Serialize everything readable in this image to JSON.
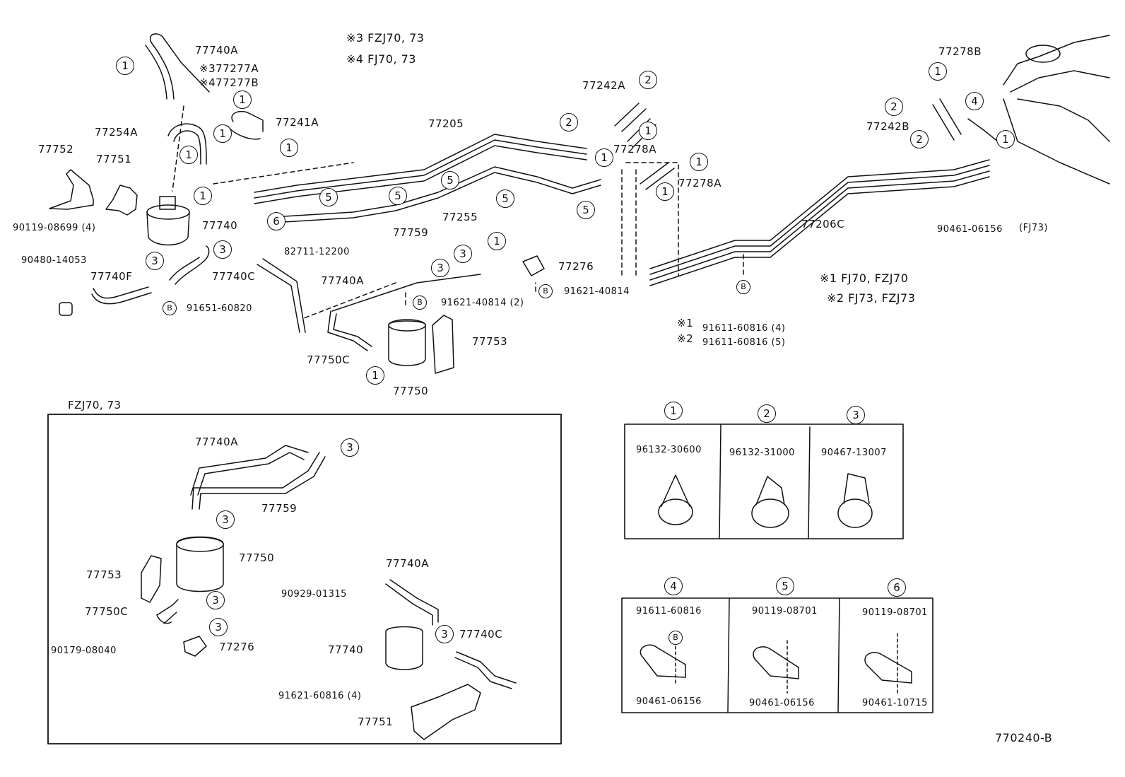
{
  "notes": {
    "note3": "※3 FZJ70, 73",
    "note4": "※4  FJ70, 73",
    "note1": "※1   FJ70, FZJ70",
    "note2": "※2   FJ73, FZJ73",
    "note1b": "※1",
    "note2b": "※2",
    "fj73": "(FJ73)",
    "fzj_inset_title": "FZJ70, 73",
    "diagram_code": "770240-B"
  },
  "upper": {
    "p77740A_top": "77740A",
    "p77277A": "※377277A",
    "p77277B": "※477277B",
    "p77241A": "77241A",
    "p77254A": "77254A",
    "p77752": "77752",
    "p77751": "77751",
    "p77740": "77740",
    "p90119_08699": "90119-08699 (4)",
    "p90480": "90480-14053",
    "p77740F": "77740F",
    "p77740C": "77740C",
    "p91651": "91651-60820",
    "p77205": "77205",
    "p77255": "77255",
    "p82711": "82711-12200",
    "p77759": "77759",
    "p77740A_mid": "77740A",
    "p91621_2": "91621-40814 (2)",
    "p77750C": "77750C",
    "p77750": "77750",
    "p77753": "77753",
    "p77276": "77276",
    "p91621": "91621-40814",
    "p77242A": "77242A",
    "p77278A_1": "77278A",
    "p77278A_2": "77278A",
    "p91611_4": "91611-60816 (4)",
    "p91611_5": "91611-60816 (5)",
    "p77206C": "77206C",
    "p77278B": "77278B",
    "p77242B": "77242B",
    "p90461_top": "90461-06156"
  },
  "inset": {
    "p77740A": "77740A",
    "p77759": "77759",
    "p77750": "77750",
    "p77753": "77753",
    "p77750C": "77750C",
    "p90179": "90179-08040",
    "p77276": "77276",
    "p90929": "90929-01315",
    "p77740A_b": "77740A",
    "p77740": "77740",
    "p77740C": "77740C",
    "p91621": "91621-60816 (4)",
    "p77751": "77751"
  },
  "clamp_table": {
    "c1": "96132-30600",
    "c2": "96132-31000",
    "c3": "90467-13007",
    "c4_top": "91611-60816",
    "c4_bot": "90461-06156",
    "c5_top": "90119-08701",
    "c5_bot": "90461-06156",
    "c6_top": "90119-08701",
    "c6_bot": "90461-10715"
  },
  "callouts": {
    "n1": "1",
    "n2": "2",
    "n3": "3",
    "n4": "4",
    "n5": "5",
    "n6": "6",
    "b": "B"
  }
}
